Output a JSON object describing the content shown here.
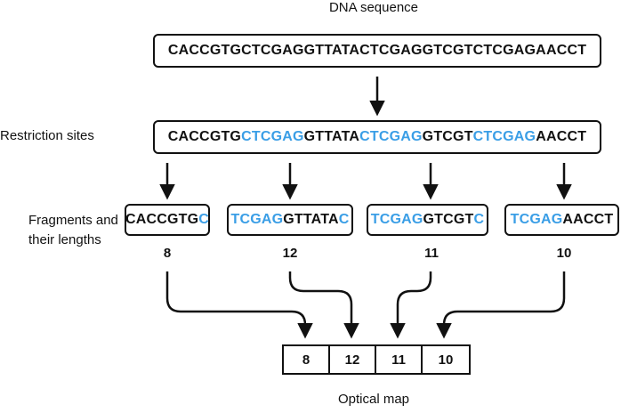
{
  "title": "DNA sequence",
  "sequence": "CACCGTGCTCGAGGTTATACTCGAGGTCGTCTCGAGAACCT",
  "restriction_label": "Restriction sites",
  "restriction_segments": [
    {
      "text": "CACCGTG",
      "highlight": false
    },
    {
      "text": "CTCGAG",
      "highlight": true
    },
    {
      "text": "GTTATA",
      "highlight": false
    },
    {
      "text": "CTCGAG",
      "highlight": true
    },
    {
      "text": "GTCGT",
      "highlight": false
    },
    {
      "text": "CTCGAG",
      "highlight": true
    },
    {
      "text": "AACCT",
      "highlight": false
    }
  ],
  "fragments_label_line1": "Fragments and",
  "fragments_label_line2": "their lengths",
  "fragments": [
    {
      "segments": [
        {
          "text": "CACCGTG",
          "highlight": false
        },
        {
          "text": "C",
          "highlight": true
        }
      ],
      "length": "8"
    },
    {
      "segments": [
        {
          "text": "TCGAG",
          "highlight": true
        },
        {
          "text": "GTTATA",
          "highlight": false
        },
        {
          "text": "C",
          "highlight": true
        }
      ],
      "length": "12"
    },
    {
      "segments": [
        {
          "text": "TCGAG",
          "highlight": true
        },
        {
          "text": "GTCGT",
          "highlight": false
        },
        {
          "text": "C",
          "highlight": true
        }
      ],
      "length": "11"
    },
    {
      "segments": [
        {
          "text": "TCGAG",
          "highlight": true
        },
        {
          "text": "AACCT",
          "highlight": false
        }
      ],
      "length": "10"
    }
  ],
  "optical_map": [
    "8",
    "12",
    "11",
    "10"
  ],
  "optical_map_label": "Optical map",
  "colors": {
    "highlight": "#3a9ee6",
    "line": "#111111"
  }
}
